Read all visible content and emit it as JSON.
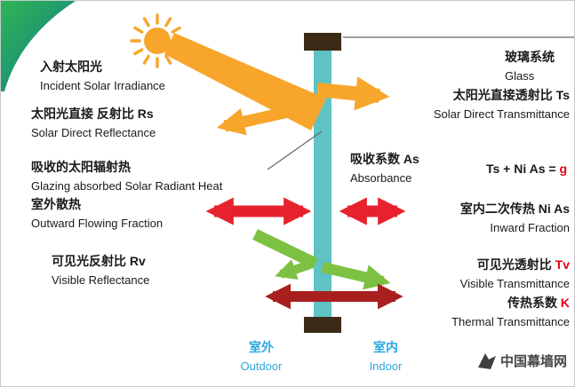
{
  "labels": {
    "incident_cn": "入射太阳光",
    "incident_en": "Incident Solar Irradiance",
    "solar_reflectance_cn": "太阳光直接 反射比 Rs",
    "solar_reflectance_en": "Solar Direct Reflectance",
    "absorbed_cn": "吸收的太阳辐射热",
    "absorbed_en": "Glazing absorbed Solar Radiant Heat",
    "outward_cn": "室外散热",
    "outward_en": "Outward Flowing Fraction",
    "visible_reflectance_cn": "可见光反射比 Rv",
    "visible_reflectance_en": "Visible Reflectance",
    "glass_cn": "玻璃系统",
    "glass_en": "Glass",
    "solar_transmittance_cn": "太阳光直接透射比 Ts",
    "solar_transmittance_en": "Solar Direct Transmittance",
    "absorbance_cn": "吸收系数 As",
    "absorbance_en": "Absorbance",
    "formula_prefix": "Ts + Ni As = ",
    "formula_g": "g",
    "inward_cn": "室内二次传热 Ni As",
    "inward_en": "Inward Fraction",
    "visible_transmittance_cn_prefix": "可见光透射比 ",
    "visible_transmittance_symbol": "Tv",
    "visible_transmittance_en": "Visible Transmittance",
    "thermal_cn_prefix": "传热系数 ",
    "thermal_symbol": "K",
    "thermal_en": "Thermal Transmittance",
    "outdoor_cn": "室外",
    "outdoor_en": "Outdoor",
    "indoor_cn": "室内",
    "indoor_en": "Indoor",
    "watermark": "中国幕墙网"
  },
  "colors": {
    "orange": "#F7A62B",
    "red": "#E8212E",
    "green": "#7DC142",
    "dark_red": "#A8201E",
    "glass_teal": "#5FC2C4",
    "frame_brown": "#3B2B16",
    "blue_text": "#2BA9E0",
    "accent_red_text": "#E60012",
    "swoosh_green": "#2FB457",
    "swoosh_teal": "#0F7C86"
  }
}
